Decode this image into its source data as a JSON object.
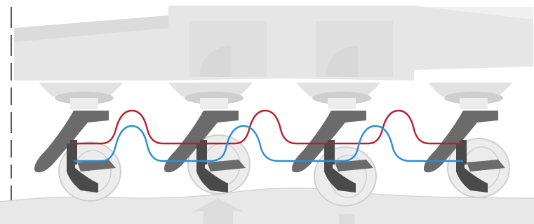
{
  "image": {
    "subject": "suspension-illustration",
    "colors": {
      "frame": "#e6e6e6",
      "frame_shadow": "#d0d0d0",
      "mount": "#e2e2e2",
      "arm": "#6b6b6b",
      "arm_dark": "#4a4a4a",
      "wheel": "#ececec",
      "wheel_shadow": "#cfcfcf",
      "ground": "#e8e8e8",
      "arrow": "#dcdcdc",
      "line_red": "#b5202b",
      "line_blue": "#2a8fd4",
      "tick": "#222222"
    },
    "wheel_count": 4,
    "arrow_count": 2,
    "lines": [
      {
        "name": "red-line",
        "color_key": "line_red"
      },
      {
        "name": "blue-line",
        "color_key": "line_blue"
      }
    ]
  }
}
